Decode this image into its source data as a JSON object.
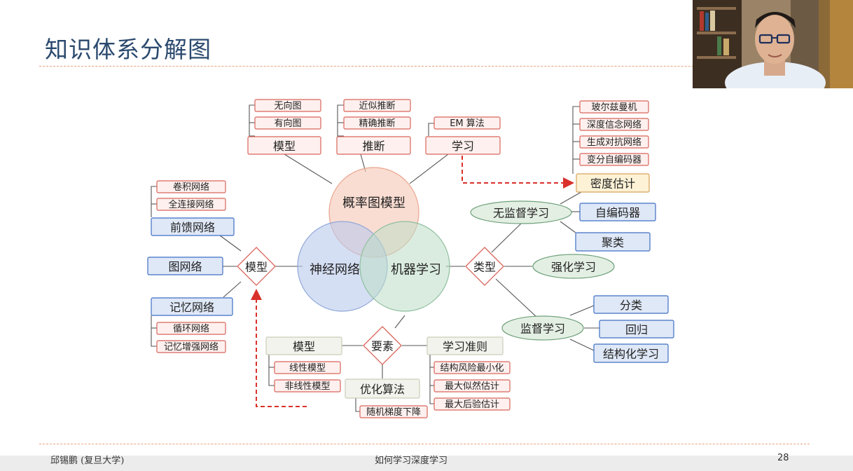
{
  "slide": {
    "title": "知识体系分解图",
    "footer_left": "邱锡鹏 (复旦大学)",
    "footer_center": "如何学习深度学习",
    "page_number": "28"
  },
  "colors": {
    "title": "#2b4a6e",
    "red_box_border": "#d9655b",
    "red_box_fill": "#fdf0ee",
    "blue_box_border": "#3f6fc4",
    "blue_box_fill": "#dfe8f7",
    "green_ellipse_border": "#6fa27a",
    "green_ellipse_fill": "#e4efe4",
    "yellow_box_fill": "#fdf2d6",
    "gray_box_fill": "#f2f3ec"
  },
  "venn": {
    "top": "概率图模型",
    "left": "神经网络",
    "right": "机器学习"
  },
  "pgm": {
    "groups": [
      {
        "label": "模型",
        "items": [
          "无向图",
          "有向图"
        ]
      },
      {
        "label": "推断",
        "items": [
          "近似推断",
          "精确推断"
        ]
      },
      {
        "label": "学习",
        "items": [
          "EM 算法"
        ]
      }
    ]
  },
  "nn": {
    "hub": "模型",
    "feedforward": {
      "label": "前馈网络",
      "items": [
        "卷积网络",
        "全连接网络"
      ]
    },
    "graph": "图网络",
    "memory": {
      "label": "记忆网络",
      "items": [
        "循环网络",
        "记忆增强网络"
      ]
    }
  },
  "ml": {
    "hub": "类型",
    "unsupervised": {
      "label": "无监督学习",
      "items": [
        "自编码器",
        "聚类"
      ]
    },
    "density": {
      "label": "密度估计",
      "items": [
        "玻尔兹曼机",
        "深度信念网络",
        "生成对抗网络",
        "变分自编码器"
      ]
    },
    "reinforcement": "强化学习",
    "supervised": {
      "label": "监督学习",
      "items": [
        "分类",
        "回归",
        "结构化学习"
      ]
    }
  },
  "elements": {
    "hub": "要素",
    "model": {
      "label": "模型",
      "items": [
        "线性模型",
        "非线性模型"
      ]
    },
    "criterion": {
      "label": "学习准则",
      "items": [
        "结构风险最小化",
        "最大似然估计",
        "最大后验估计"
      ]
    },
    "optimization": {
      "label": "优化算法",
      "items": [
        "随机梯度下降"
      ]
    }
  }
}
